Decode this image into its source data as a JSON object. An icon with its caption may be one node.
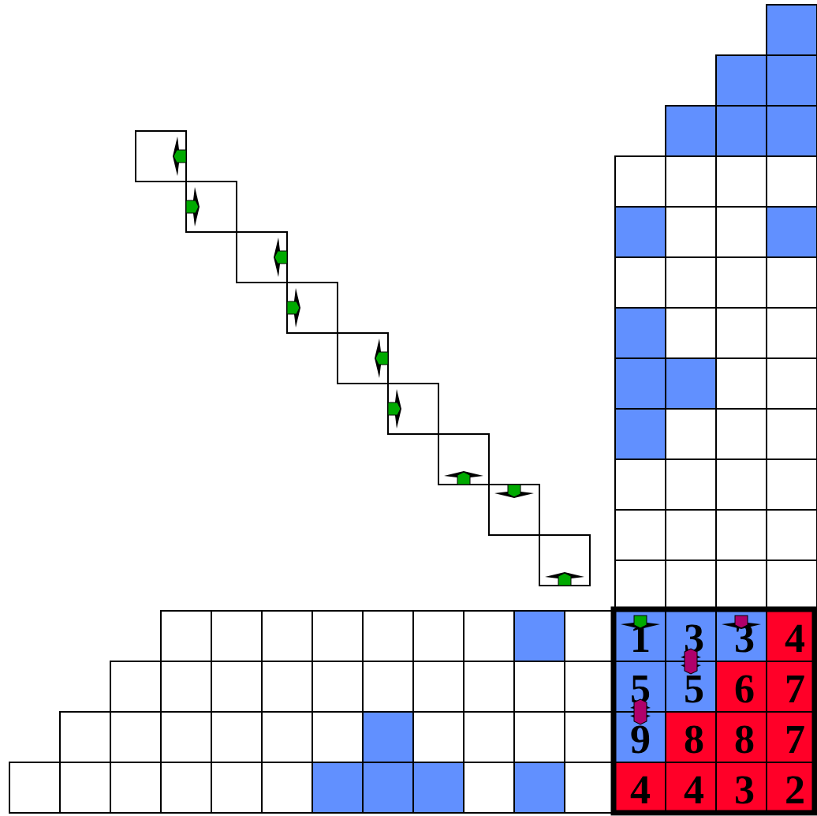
{
  "diagram": {
    "labels": [
      "1",
      "3",
      "3",
      "4",
      "5",
      "5",
      "6",
      "7",
      "9",
      "8",
      "8",
      "7",
      "4",
      "4",
      "3",
      "2"
    ]
  }
}
